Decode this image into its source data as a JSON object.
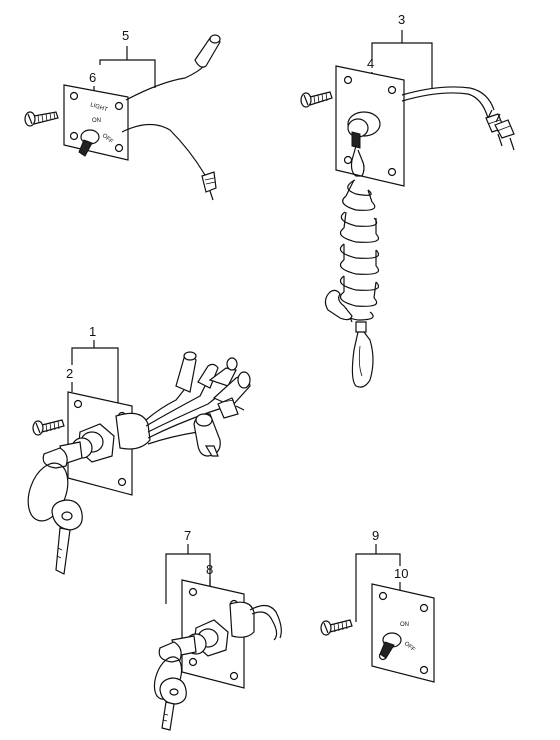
{
  "callouts": {
    "c1": "1",
    "c2": "2",
    "c3": "3",
    "c4": "4",
    "c5": "5",
    "c6": "6",
    "c7": "7",
    "c8": "8",
    "c9": "9",
    "c10": "10"
  },
  "panel_marks": {
    "light_label": "LIGHT",
    "on_label_a": "ON",
    "off_label_a": "OFF",
    "on_label_b": "ON",
    "off_label_b": "OFF"
  }
}
